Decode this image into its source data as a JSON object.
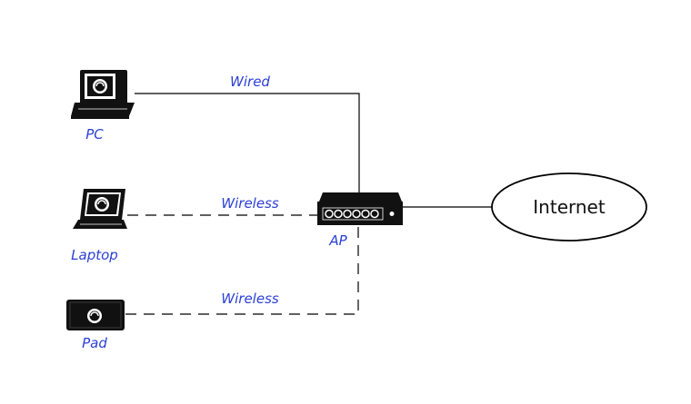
{
  "colors": {
    "label": "#2b3fd6",
    "line": "#000000",
    "device": "#111111"
  },
  "devices": {
    "pc": {
      "label": "PC",
      "icon": "desktop-computer-icon"
    },
    "laptop": {
      "label": "Laptop",
      "icon": "laptop-icon"
    },
    "pad": {
      "label": "Pad",
      "icon": "tablet-icon"
    },
    "ap": {
      "label": "AP",
      "icon": "access-point-icon"
    }
  },
  "links": {
    "wired": {
      "label": "Wired",
      "style": "solid"
    },
    "wireless_laptop": {
      "label": "Wireless",
      "style": "dashed"
    },
    "wireless_pad": {
      "label": "Wireless",
      "style": "dashed"
    }
  },
  "internet": {
    "label": "Internet"
  }
}
